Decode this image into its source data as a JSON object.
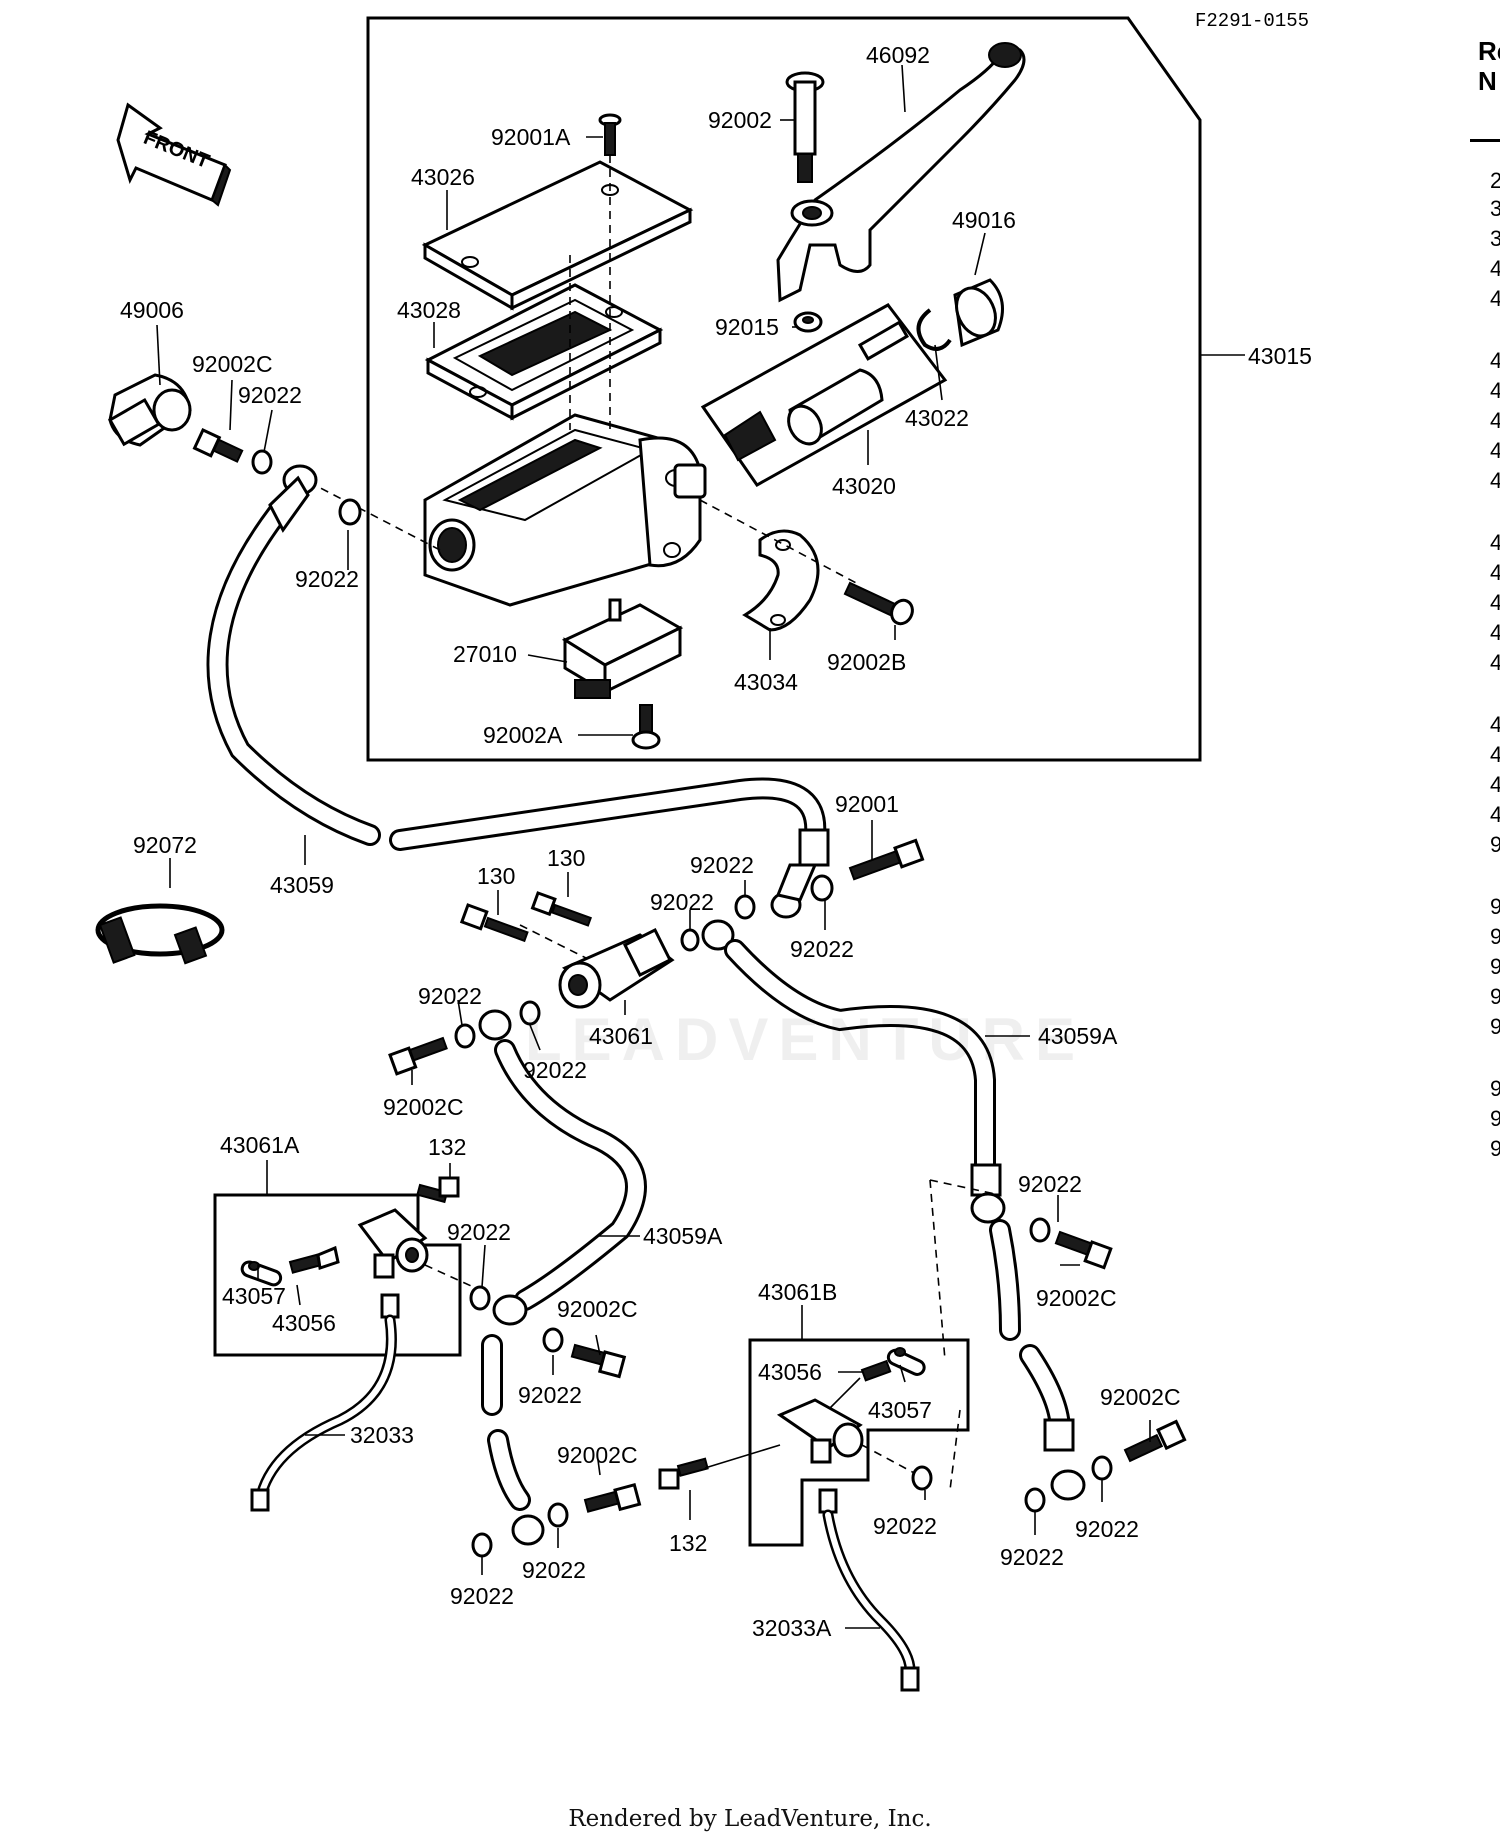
{
  "figure_code": "F2291-0155",
  "front_arrow_label": "FRONT",
  "watermark_text": "LEADVENTURE",
  "footer_text": "Rendered by LeadVenture, Inc.",
  "part_labels": {
    "p46092": "46092",
    "p92002": "92002",
    "p92001A": "92001A",
    "p43026": "43026",
    "p49016": "49016",
    "p43028": "43028",
    "p92015": "92015",
    "p43015": "43015",
    "p49006": "49006",
    "p92002C_a": "92002C",
    "p92022_a": "92022",
    "p43022": "43022",
    "p43020": "43020",
    "p92022_b": "92022",
    "p27010": "27010",
    "p43034": "43034",
    "p92002B": "92002B",
    "p92002A": "92002A",
    "p92001": "92001",
    "p92072": "92072",
    "p43059": "43059",
    "p130_a": "130",
    "p130_b": "130",
    "p92022_c": "92022",
    "p92022_d": "92022",
    "p92022_e": "92022",
    "p92022_f": "92022",
    "p43061": "43061",
    "p43059A_a": "43059A",
    "p92022_g": "92022",
    "p92002C_b": "92002C",
    "p43061A": "43061A",
    "p132_a": "132",
    "p92022_h": "92022",
    "p43059A_b": "43059A",
    "p92022_i": "92022",
    "p92002C_c": "92002C",
    "p43057_a": "43057",
    "p43056_a": "43056",
    "p43061B": "43061B",
    "p92002C_d": "92002C",
    "p92022_j": "92022",
    "p43056_b": "43056",
    "p43057_b": "43057",
    "p32033": "32033",
    "p92002C_e": "92002C",
    "p92002C_f": "92002C",
    "p132_b": "132",
    "p92022_k": "92022",
    "p92022_l": "92022",
    "p92022_m": "92022",
    "p92022_n": "92022",
    "p92022_o": "92022",
    "p32033A": "32033A"
  },
  "side_column": {
    "header_line1": "Re",
    "header_line2": "N",
    "row_glyphs": [
      "2",
      "3",
      "3",
      "4",
      "4",
      "4",
      "4",
      "4",
      "4",
      "4",
      "4",
      "4",
      "4",
      "4",
      "4",
      "4",
      "4",
      "4",
      "4",
      "9",
      "9",
      "9",
      "9",
      "9",
      "9",
      "9",
      "9",
      "9"
    ]
  }
}
